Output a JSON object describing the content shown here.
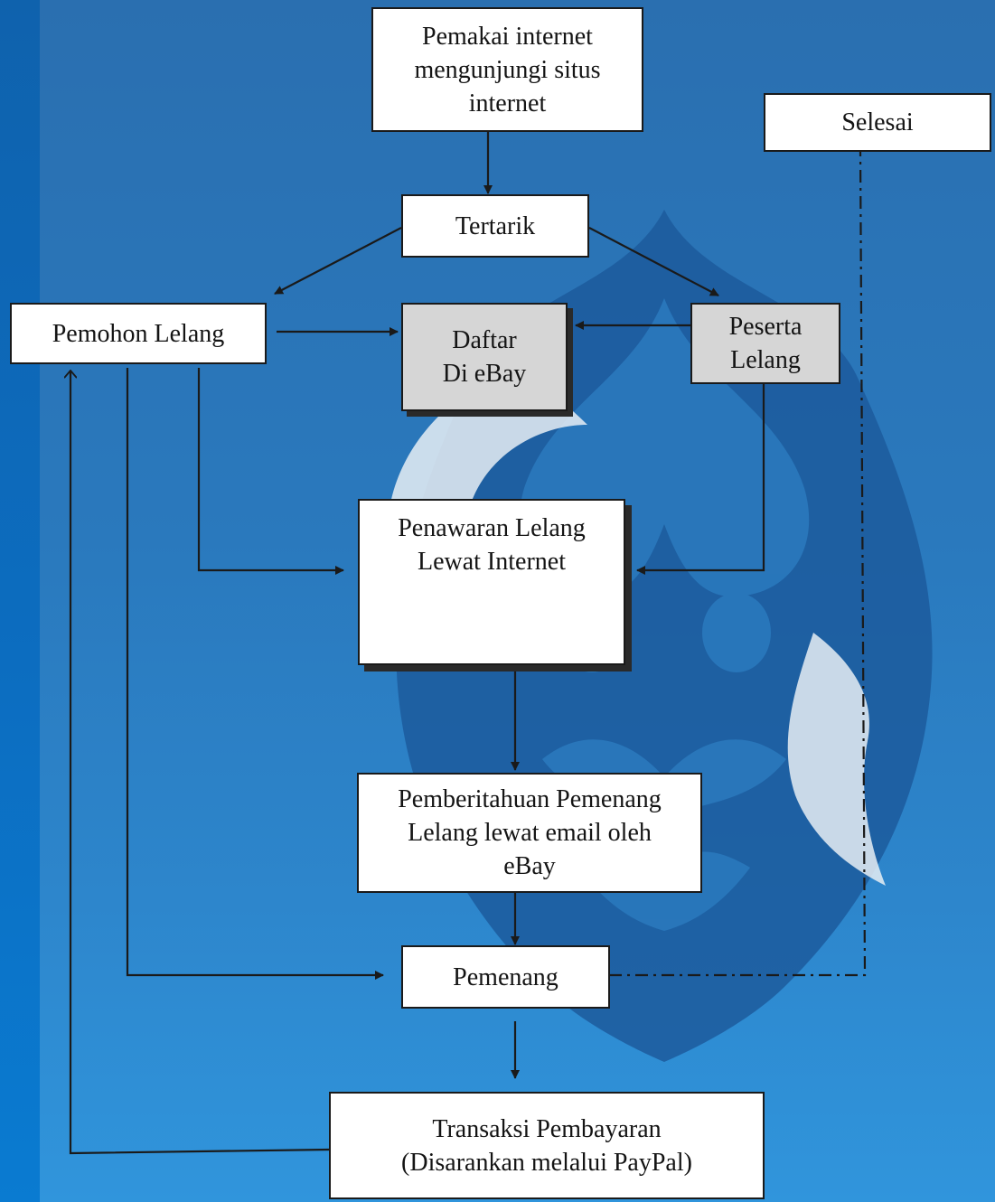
{
  "diagram": {
    "nodes": {
      "pemakai": "Pemakai internet\nmengunjungi situs\ninternet",
      "selesai": "Selesai",
      "tertarik": "Tertarik",
      "pemohon": "Pemohon Lelang",
      "daftar": "Daftar\nDi eBay",
      "peserta": "Peserta\nLelang",
      "penawaran": "Penawaran  Lelang\nLewat Internet",
      "pemberitahuan": "Pemberitahuan Pemenang\nLelang lewat email oleh\neBay",
      "pemenang": "Pemenang",
      "transaksi": "Transaksi Pembayaran\n(Disarankan melalui PayPal)"
    },
    "edges": [
      {
        "from": "pemakai",
        "to": "tertarik",
        "style": "solid"
      },
      {
        "from": "tertarik",
        "to": "pemohon",
        "style": "solid"
      },
      {
        "from": "tertarik",
        "to": "peserta",
        "style": "solid"
      },
      {
        "from": "pemohon",
        "to": "daftar",
        "style": "solid"
      },
      {
        "from": "peserta",
        "to": "daftar",
        "style": "solid"
      },
      {
        "from": "pemohon",
        "to": "penawaran",
        "style": "solid"
      },
      {
        "from": "peserta",
        "to": "penawaran",
        "style": "solid"
      },
      {
        "from": "penawaran",
        "to": "pemberitahuan",
        "style": "solid"
      },
      {
        "from": "pemberitahuan",
        "to": "pemenang",
        "style": "solid"
      },
      {
        "from": "pemohon",
        "to": "pemenang",
        "style": "solid"
      },
      {
        "from": "pemenang",
        "to": "transaksi",
        "style": "solid"
      },
      {
        "from": "transaksi",
        "to": "pemohon",
        "style": "solid"
      },
      {
        "from": "pemenang",
        "to": "selesai",
        "style": "dash-dot"
      }
    ]
  },
  "colors": {
    "background": "#2a79bd",
    "left_strip": "#0c6dc0",
    "watermark": "#1c5a9c",
    "node_fill": "#ffffff",
    "node_fill_grey": "#d6d6d6",
    "line": "#1a1a1a"
  }
}
